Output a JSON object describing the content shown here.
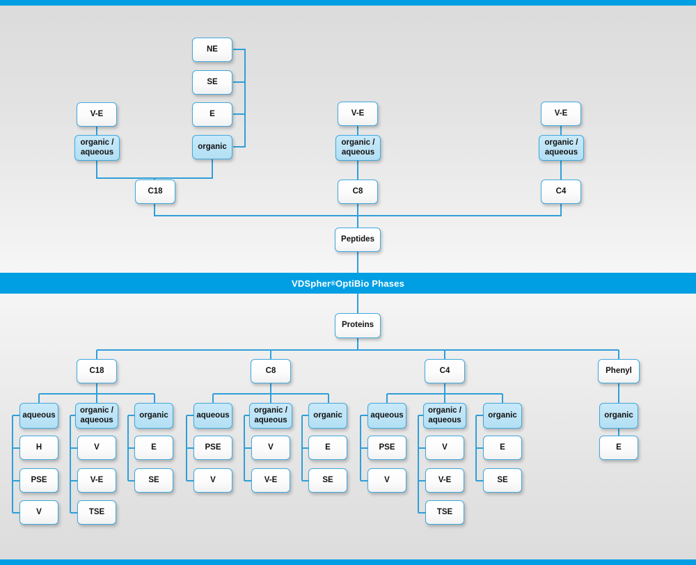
{
  "banner": {
    "text_before": "VDSpher",
    "registered_mark": "®",
    "text_after": " OptiBio Phases",
    "color": "#009fe3"
  },
  "colors": {
    "accent": "#009fe3",
    "box_border": "#3fa9dd",
    "box_blue_fill": "#bde3f5",
    "box_white_fill": "#ffffff",
    "line": "#2e9fd8",
    "background_top": "#dbdbdb",
    "background_bottom": "#dcdcdc",
    "text": "#111111"
  },
  "diagram": {
    "type": "tree-diagram",
    "title": "VDSpher® OptiBio Phases",
    "top_section": {
      "root": "Peptides",
      "branches": [
        {
          "phase": "C18",
          "modes": [
            {
              "label": "organic /\naqueous",
              "style": "blue",
              "parents": [
                "V-E"
              ]
            },
            {
              "label": "organic",
              "style": "blue",
              "parents": [
                "NE",
                "SE",
                "E"
              ]
            }
          ]
        },
        {
          "phase": "C8",
          "modes": [
            {
              "label": "organic /\naqueous",
              "style": "blue",
              "parents": [
                "V-E"
              ]
            }
          ]
        },
        {
          "phase": "C4",
          "modes": [
            {
              "label": "organic /\naqueous",
              "style": "blue",
              "parents": [
                "V-E"
              ]
            }
          ]
        }
      ]
    },
    "bottom_section": {
      "root": "Proteins",
      "branches": [
        {
          "phase": "C18",
          "modes": [
            {
              "label": "aqueous",
              "style": "blue",
              "children": [
                "H",
                "PSE",
                "V"
              ]
            },
            {
              "label": "organic /\naqueous",
              "style": "blue",
              "children": [
                "V",
                "V-E",
                "TSE"
              ]
            },
            {
              "label": "organic",
              "style": "blue",
              "children": [
                "E",
                "SE"
              ]
            }
          ]
        },
        {
          "phase": "C8",
          "modes": [
            {
              "label": "aqueous",
              "style": "blue",
              "children": [
                "PSE",
                "V"
              ]
            },
            {
              "label": "organic /\naqueous",
              "style": "blue",
              "children": [
                "V",
                "V-E"
              ]
            },
            {
              "label": "organic",
              "style": "blue",
              "children": [
                "E",
                "SE"
              ]
            }
          ]
        },
        {
          "phase": "C4",
          "modes": [
            {
              "label": "aqueous",
              "style": "blue",
              "children": [
                "PSE",
                "V"
              ]
            },
            {
              "label": "organic /\naqueous",
              "style": "blue",
              "children": [
                "V",
                "V-E",
                "TSE"
              ]
            },
            {
              "label": "organic",
              "style": "blue",
              "children": [
                "E",
                "SE"
              ]
            }
          ]
        },
        {
          "phase": "Phenyl",
          "modes": [
            {
              "label": "organic",
              "style": "blue",
              "children": [
                "E"
              ]
            }
          ]
        }
      ]
    }
  },
  "nodes": {
    "top": {
      "ne": "NE",
      "se": "SE",
      "e": "E",
      "organic_c18": "organic",
      "ve_c18": "V-E",
      "orgaq_c18": "organic /\naqueous",
      "c18": "C18",
      "ve_c8": "V-E",
      "orgaq_c8": "organic /\naqueous",
      "c8": "C8",
      "ve_c4": "V-E",
      "orgaq_c4": "organic /\naqueous",
      "c4": "C4",
      "peptides": "Peptides"
    },
    "bottom": {
      "proteins": "Proteins",
      "c18": "C18",
      "c18_aqueous": "aqueous",
      "c18_aq_1": "H",
      "c18_aq_2": "PSE",
      "c18_aq_3": "V",
      "c18_orgaq": "organic /\naqueous",
      "c18_oa_1": "V",
      "c18_oa_2": "V-E",
      "c18_oa_3": "TSE",
      "c18_organic": "organic",
      "c18_o_1": "E",
      "c18_o_2": "SE",
      "c8": "C8",
      "c8_aqueous": "aqueous",
      "c8_aq_1": "PSE",
      "c8_aq_2": "V",
      "c8_orgaq": "organic /\naqueous",
      "c8_oa_1": "V",
      "c8_oa_2": "V-E",
      "c8_organic": "organic",
      "c8_o_1": "E",
      "c8_o_2": "SE",
      "c4": "C4",
      "c4_aqueous": "aqueous",
      "c4_aq_1": "PSE",
      "c4_aq_2": "V",
      "c4_orgaq": "organic /\naqueous",
      "c4_oa_1": "V",
      "c4_oa_2": "V-E",
      "c4_oa_3": "TSE",
      "c4_organic": "organic",
      "c4_o_1": "E",
      "c4_o_2": "SE",
      "phenyl": "Phenyl",
      "phenyl_organic": "organic",
      "phenyl_o_1": "E"
    }
  }
}
